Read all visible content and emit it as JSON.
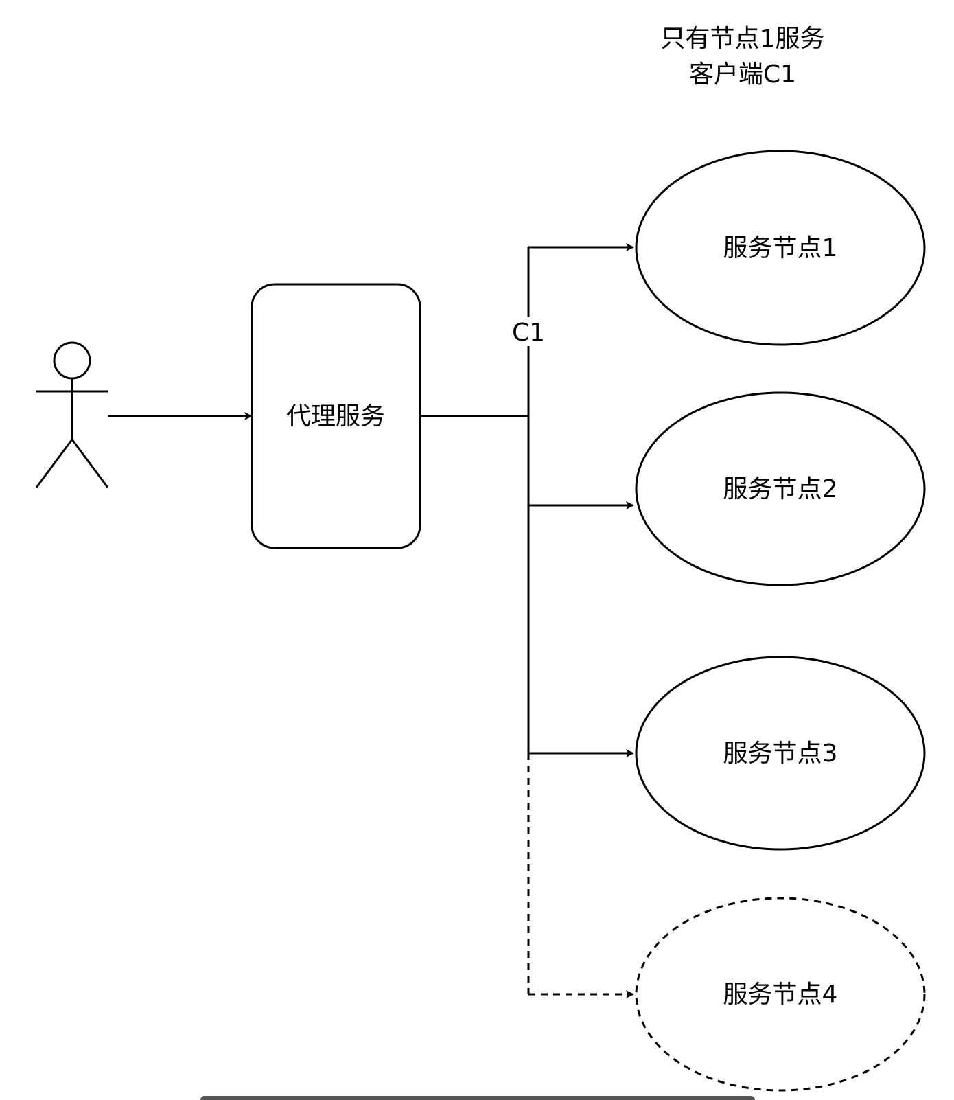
{
  "annotation": {
    "line1": "只有节点1服务",
    "line2": "客户端C1"
  },
  "proxy": {
    "label": "代理服务"
  },
  "connection": {
    "label": "C1"
  },
  "nodes": [
    {
      "label": "服务节点1",
      "style": "solid"
    },
    {
      "label": "服务节点2",
      "style": "solid"
    },
    {
      "label": "服务节点3",
      "style": "solid"
    },
    {
      "label": "服务节点4",
      "style": "dashed"
    }
  ],
  "colors": {
    "stroke": "#000000",
    "fill": "#ffffff"
  }
}
